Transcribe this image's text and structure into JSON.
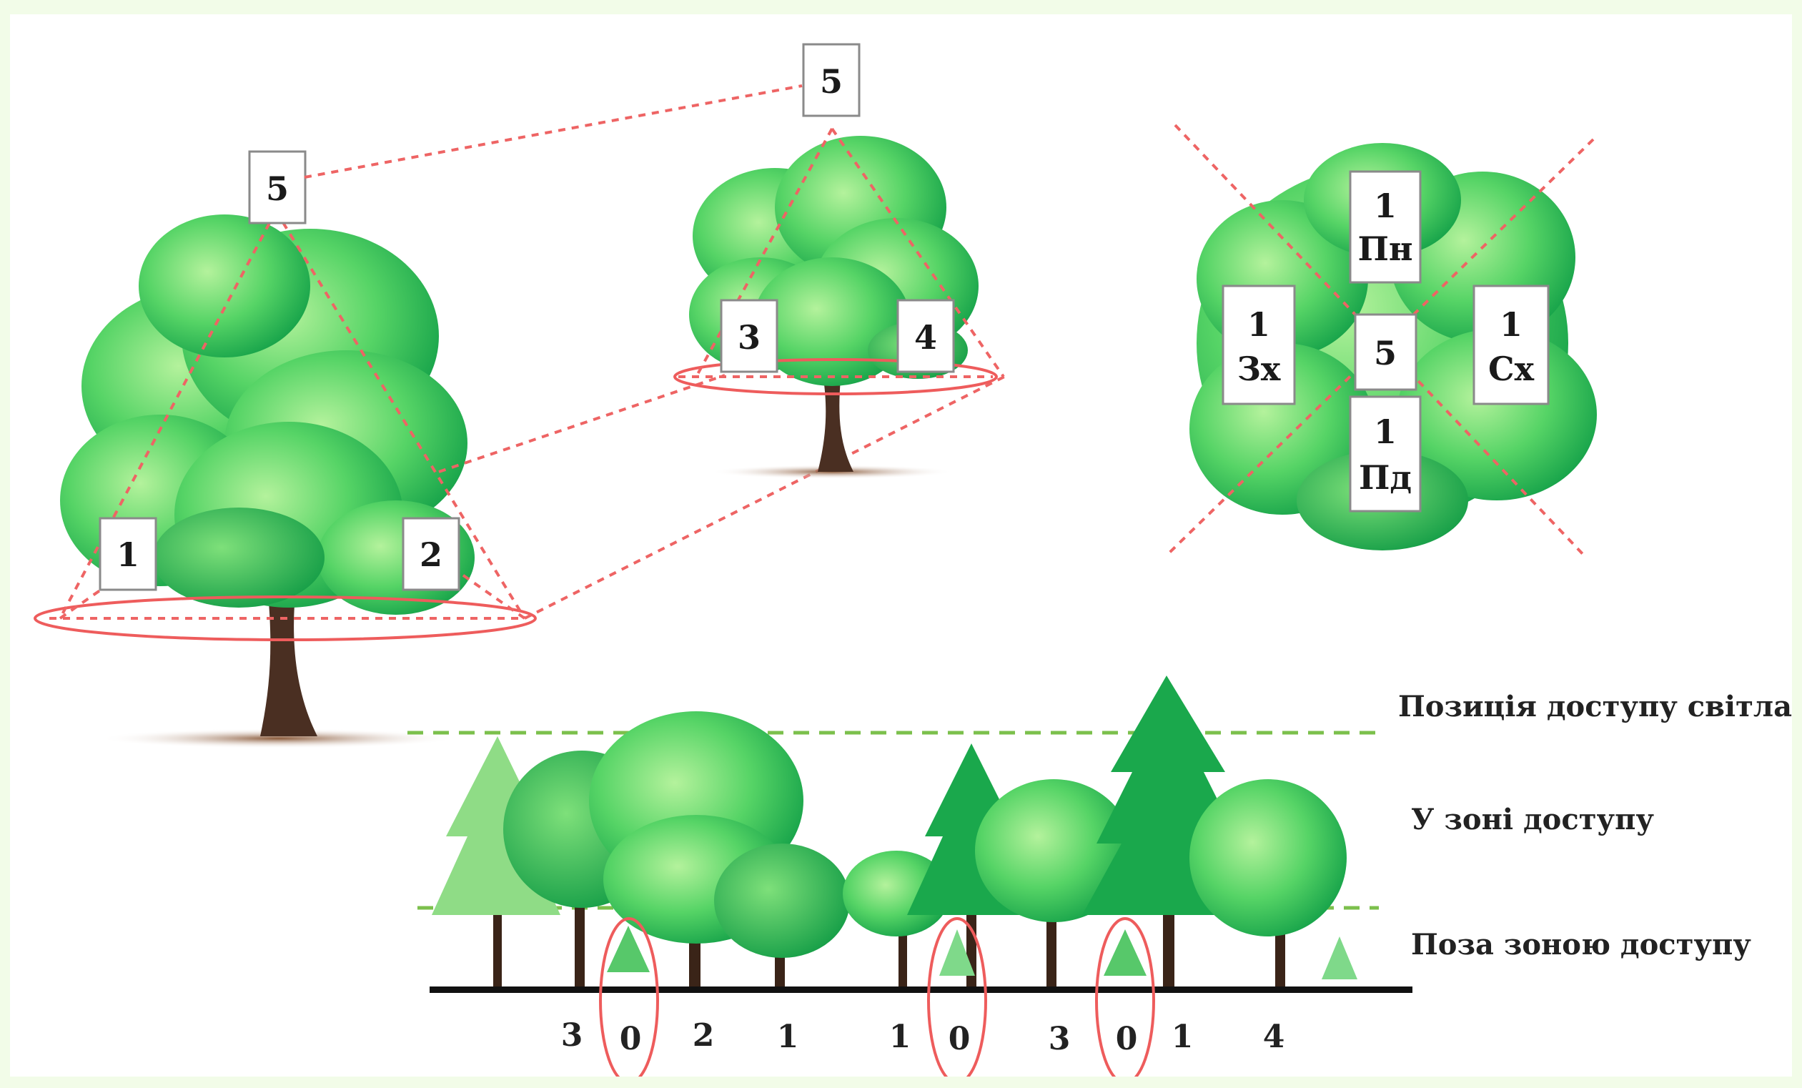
{
  "colors": {
    "page_border": "#f2fce8",
    "foliage_light": "#a6ec8e",
    "foliage_mid": "#4fcf5c",
    "foliage_dark": "#16a64a",
    "conifer": "#1aa84c",
    "trunk": "#4a2f22",
    "red_guides": "#ee6464",
    "green_guides": "#7cc04c"
  },
  "tree_large": {
    "labels": {
      "top": "5",
      "left": "1",
      "right": "2"
    }
  },
  "tree_small": {
    "labels": {
      "top": "5",
      "left": "3",
      "right": "4"
    }
  },
  "crown_top_view": {
    "labels": {
      "north": {
        "number": "1",
        "direction": "Пн"
      },
      "west": {
        "number": "1",
        "direction": "Зх"
      },
      "center": {
        "number": "5"
      },
      "east": {
        "number": "1",
        "direction": "Сх"
      },
      "south": {
        "number": "1",
        "direction": "Пд"
      }
    }
  },
  "forest_stand": {
    "legend": {
      "title": "Позиція доступу світла:",
      "in_zone": "У зоні доступу",
      "out_zone": "Поза зоною доступу"
    },
    "positions": [
      "3",
      "0",
      "2",
      "1",
      "1",
      "0",
      "3",
      "0",
      "1",
      "4"
    ]
  }
}
